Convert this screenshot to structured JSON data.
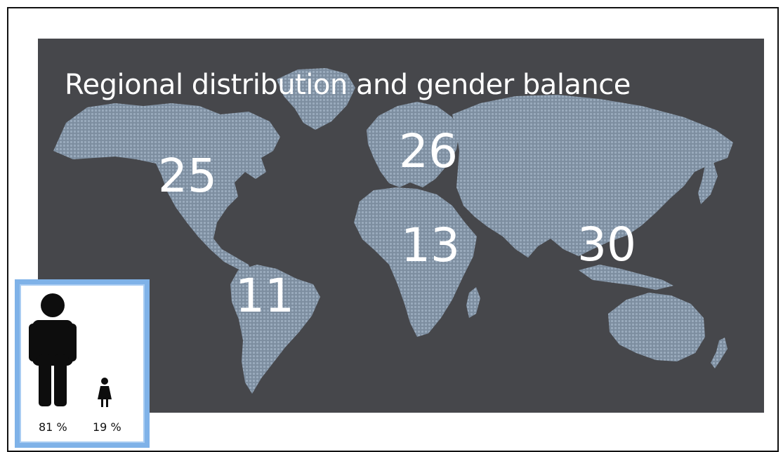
{
  "title": "Regional distribution and gender balance",
  "regions": [
    {
      "id": "north-america",
      "value": "25"
    },
    {
      "id": "europe",
      "value": "26"
    },
    {
      "id": "africa",
      "value": "13"
    },
    {
      "id": "asia-pacific",
      "value": "30"
    },
    {
      "id": "south-america",
      "value": "11"
    }
  ],
  "gender": {
    "male_pct": "81 %",
    "female_pct": "19 %",
    "male_share": 81,
    "female_share": 19
  },
  "colors": {
    "map_background": "#46474b",
    "land": "#8496a8",
    "text": "#ffffff",
    "legend_border": "#7fb2e8"
  },
  "icons": [
    "male-person-icon",
    "female-person-icon"
  ]
}
